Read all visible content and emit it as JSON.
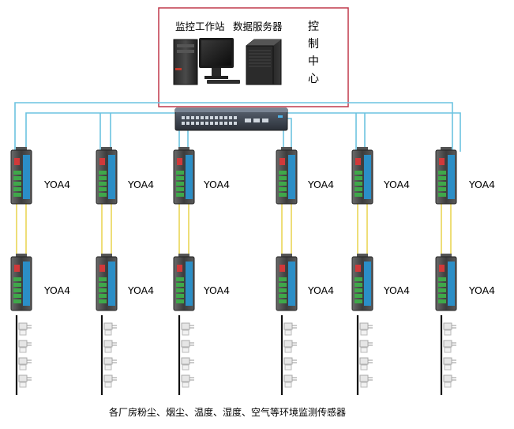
{
  "control_center": {
    "title_chars": [
      "控",
      "制",
      "中",
      "心"
    ],
    "workstation_label": "监控工作站",
    "server_label": "数据服务器"
  },
  "modules": {
    "label": "YOA4",
    "columns": 6,
    "rows": 2
  },
  "footer": {
    "caption": "各厂房粉尘、烟尘、温度、湿度、空气等环境监测传感器"
  },
  "colors": {
    "network_line": "#6cc3e0",
    "serial_line": "#e8d24a",
    "control_box_border": "#c0394b",
    "module_blue": "#2b8ec6",
    "module_green": "#3fa84a"
  }
}
